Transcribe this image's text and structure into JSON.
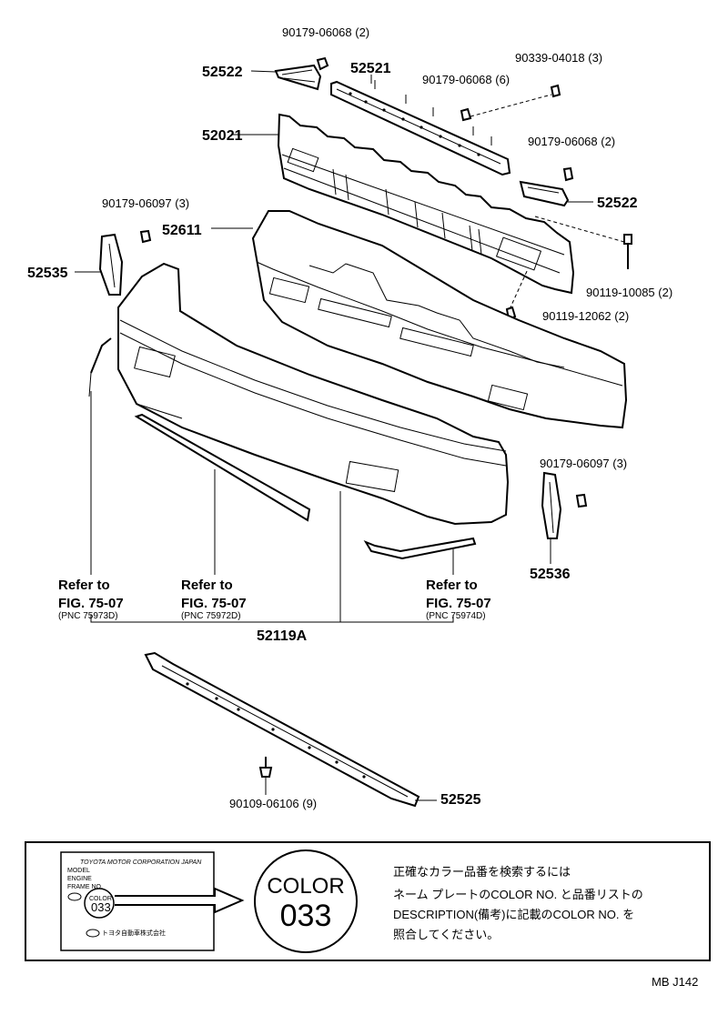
{
  "labels": {
    "p90179_top": "90179-06068 (2)",
    "p52522_left": "52522",
    "p52521": "52521",
    "p90339": "90339-04018 (3)",
    "p90179_mid": "90179-06068 (6)",
    "p52021": "52021",
    "p90179_right": "90179-06068 (2)",
    "p52522_right": "52522",
    "p90179_06097_left": "90179-06097 (3)",
    "p52611": "52611",
    "p52535": "52535",
    "p90119_10085": "90119-10085 (2)",
    "p90119_12062": "90119-12062 (2)",
    "p90179_06097_right": "90179-06097 (3)",
    "p52536": "52536",
    "p52119A": "52119A",
    "p90109": "90109-06106 (9)",
    "p52525": "52525"
  },
  "refs": [
    {
      "line1": "Refer to",
      "line2": "FIG. 75-07",
      "line3": "(PNC 75973D)"
    },
    {
      "line1": "Refer to",
      "line2": "FIG. 75-07",
      "line3": "(PNC 75972D)"
    },
    {
      "line1": "Refer to",
      "line2": "FIG. 75-07",
      "line3": "(PNC 75974D)"
    }
  ],
  "plate": {
    "maker": "TOYOTA MOTOR CORPORATION JAPAN",
    "rows": [
      "MODEL",
      "ENGINE",
      "FRAME NO."
    ],
    "color_label": "COLOR",
    "color_code": "033",
    "company_jp": "トヨタ自動車株式会社"
  },
  "color_box": {
    "word": "COLOR",
    "code": "033"
  },
  "notice": {
    "line1": "正確なカラー品番を検索するには",
    "line2": "ネーム プレートのCOLOR NO. と品番リストの",
    "line3": "DESCRIPTION(備考)に記載のCOLOR NO. を",
    "line4": "照合してください。"
  },
  "footer": "MB J142"
}
